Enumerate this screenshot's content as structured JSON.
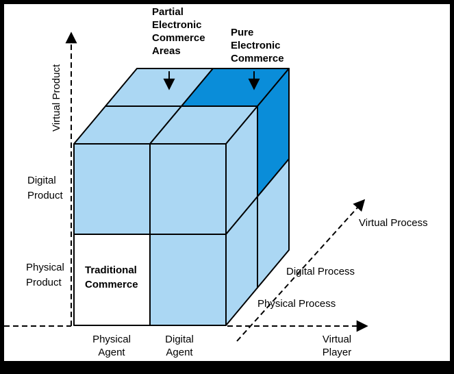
{
  "colors": {
    "frame": "#000000",
    "background": "#ffffff",
    "cell_light": "#ABD7F3",
    "cell_dark": "#0A8DD9",
    "cell_white": "#ffffff"
  },
  "annotations": {
    "partial_ec": {
      "lines": [
        "Partial",
        "Electronic",
        "Commerce",
        "Areas"
      ]
    },
    "pure_ec": {
      "lines": [
        "Pure",
        "Electronic",
        "Commerce"
      ]
    },
    "traditional_commerce": {
      "lines": [
        "Traditional",
        "Commerce"
      ]
    }
  },
  "axes": {
    "product": {
      "label": "Virtual Product",
      "ticks": {
        "digital": [
          "Digital",
          "Product"
        ],
        "physical": [
          "Physical",
          "Product"
        ]
      }
    },
    "player": {
      "label": [
        "Virtual",
        "Player"
      ],
      "ticks": {
        "physical": [
          "Physical",
          "Agent"
        ],
        "digital": [
          "Digital",
          "Agent"
        ]
      }
    },
    "process": {
      "label": "Virtual Process",
      "ticks": {
        "digital": "Digital Process",
        "physical": "Physical Process"
      }
    }
  }
}
